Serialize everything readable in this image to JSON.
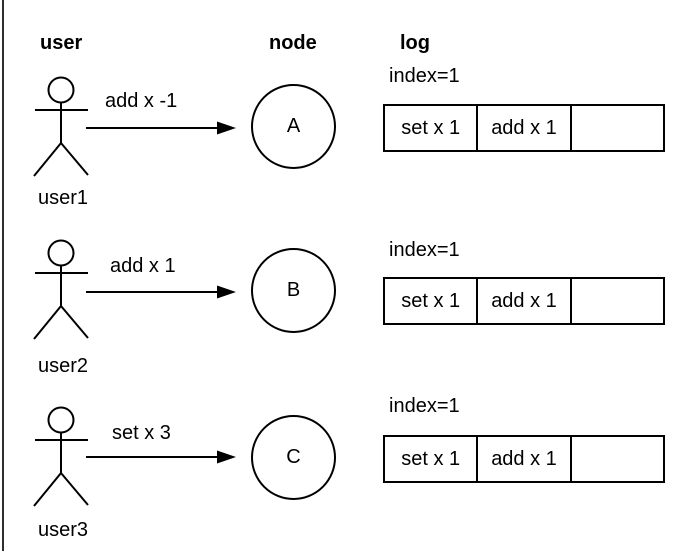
{
  "colors": {
    "stroke": "#000000",
    "text": "#000000",
    "background": "#ffffff",
    "frame_line": "#2d2d2d"
  },
  "headers": {
    "user": "user",
    "node": "node",
    "log": "log"
  },
  "rows": [
    {
      "user_label": "user1",
      "message": "add x -1",
      "node_label": "A",
      "log_index": "index=1",
      "log_cells": [
        "set x 1",
        "add x 1",
        ""
      ]
    },
    {
      "user_label": "user2",
      "message": "add x 1",
      "node_label": "B",
      "log_index": "index=1",
      "log_cells": [
        "set x 1",
        "add x 1",
        ""
      ]
    },
    {
      "user_label": "user3",
      "message": "set x 3",
      "node_label": "C",
      "log_index": "index=1",
      "log_cells": [
        "set x 1",
        "add x 1",
        ""
      ]
    }
  ]
}
